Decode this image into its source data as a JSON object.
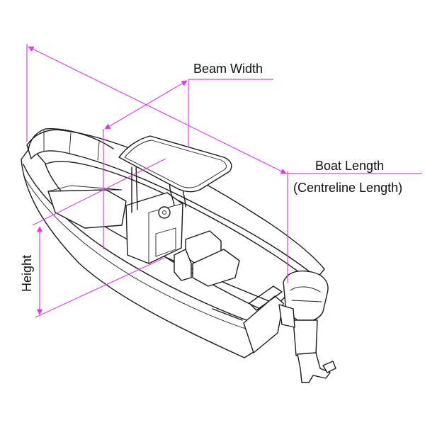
{
  "labels": {
    "beam_width": "Beam Width",
    "boat_length": "Boat Length",
    "centreline_length": "(Centreline Length)",
    "height": "Height"
  },
  "colors": {
    "dimension_line": "#e23be6",
    "outline": "#1a1a1a",
    "background": "#ffffff"
  }
}
